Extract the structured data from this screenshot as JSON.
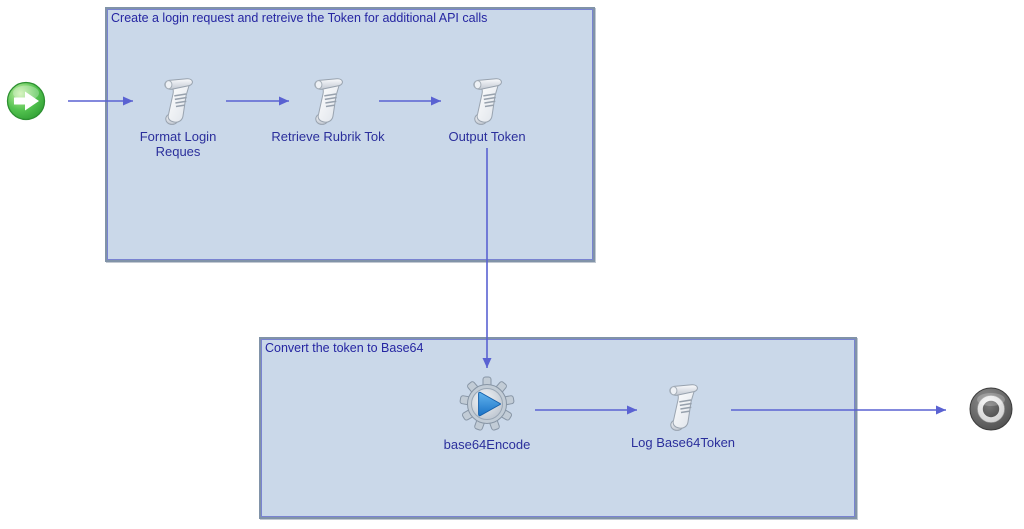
{
  "workflow": {
    "notes": [
      {
        "title": "Create a login request and retreive the Token for additional API calls"
      },
      {
        "title": "Convert the token to Base64"
      }
    ],
    "tasks": [
      {
        "label": "Format Login Reques",
        "type": "scriptable-task"
      },
      {
        "label": "Retrieve Rubrik Tok",
        "type": "scriptable-task"
      },
      {
        "label": "Output Token",
        "type": "scriptable-task"
      },
      {
        "label": "base64Encode",
        "type": "action"
      },
      {
        "label": "Log Base64Token",
        "type": "scriptable-task"
      }
    ],
    "endpoints": {
      "start": "workflow-start",
      "end": "workflow-end"
    },
    "colors": {
      "connector": "#5a62d2",
      "note_fill": "#cad8e9",
      "note_border": "#8193a8",
      "label_text": "#2b2f9c",
      "start_green": "#3fae3f",
      "action_blue": "#1a72c6"
    }
  }
}
